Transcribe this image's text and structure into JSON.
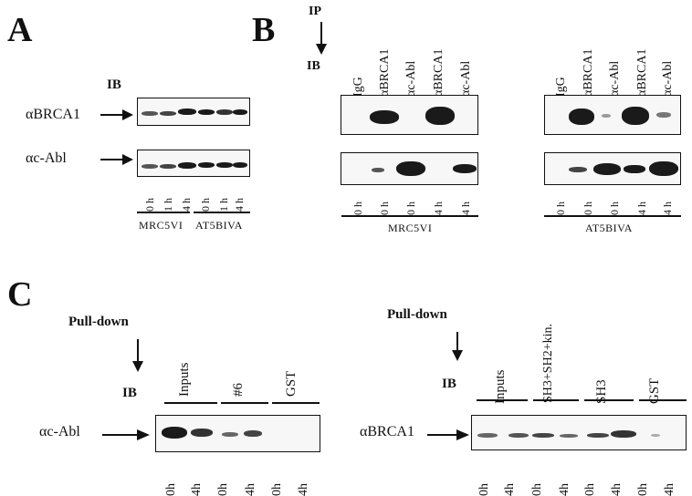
{
  "panels": {
    "a": {
      "letter": "A",
      "ib": "IB",
      "rows": [
        "αBRCA1",
        "αc-Abl"
      ],
      "times": [
        "0 h",
        "1 h",
        "4 h",
        "0 h",
        "1 h",
        "4 h"
      ],
      "groups": [
        "MRC5VI",
        "AT5BIVA"
      ]
    },
    "b": {
      "letter": "B",
      "ip": "IP",
      "ib": "IB",
      "lanes": [
        "IgG",
        "αBRCA1",
        "αc-Abl",
        "αBRCA1",
        "αc-Abl"
      ],
      "times": [
        "0 h",
        "0 h",
        "0 h",
        "4 h",
        "4 h"
      ],
      "groups": [
        "MRC5VI",
        "AT5BIVA"
      ]
    },
    "c": {
      "letter": "C",
      "left": {
        "pulldown": "Pull-down",
        "ib": "IB",
        "row": "αc-Abl",
        "groups": [
          "Inputs",
          "#6",
          "GST"
        ],
        "times": [
          "0h",
          "4h",
          "0h",
          "4h",
          "0h",
          "4h"
        ]
      },
      "right": {
        "pulldown": "Pull-down",
        "ib": "IB",
        "row": "αBRCA1",
        "groups": [
          "Inputs",
          "SH3+SH2+kin.",
          "SH3",
          "GST"
        ],
        "times": [
          "0h",
          "4h",
          "0h",
          "4h",
          "0h",
          "4h",
          "0h",
          "4h"
        ]
      }
    }
  },
  "colors": {
    "ink": "#111111",
    "band": "#1a1a1a",
    "background": "#ffffff"
  },
  "icons": {
    "arrow": "right-arrow-icon",
    "down": "down-arrow-icon"
  }
}
